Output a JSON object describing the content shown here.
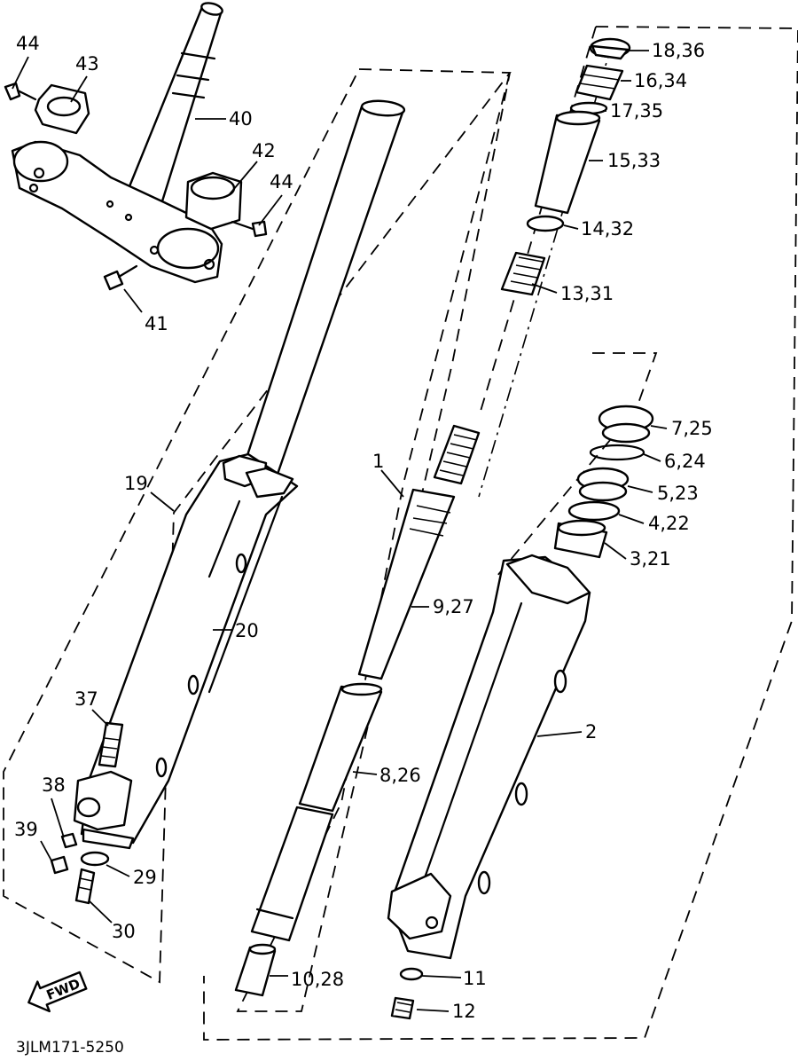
{
  "diagram": {
    "drawing_code": "3JLM171-5250",
    "direction_badge": "FWD",
    "callouts": [
      {
        "id": "c44a",
        "text": "44"
      },
      {
        "id": "c43",
        "text": "43"
      },
      {
        "id": "c40",
        "text": "40"
      },
      {
        "id": "c42",
        "text": "42"
      },
      {
        "id": "c44b",
        "text": "44"
      },
      {
        "id": "c41",
        "text": "41"
      },
      {
        "id": "c18",
        "text": "18,36"
      },
      {
        "id": "c16",
        "text": "16,34"
      },
      {
        "id": "c17",
        "text": "17,35"
      },
      {
        "id": "c15",
        "text": "15,33"
      },
      {
        "id": "c14",
        "text": "14,32"
      },
      {
        "id": "c13",
        "text": "13,31"
      },
      {
        "id": "c7",
        "text": "7,25"
      },
      {
        "id": "c6",
        "text": "6,24"
      },
      {
        "id": "c5",
        "text": "5,23"
      },
      {
        "id": "c4",
        "text": "4,22"
      },
      {
        "id": "c3",
        "text": "3,21"
      },
      {
        "id": "c1",
        "text": "1"
      },
      {
        "id": "c19",
        "text": "19"
      },
      {
        "id": "c20",
        "text": "20"
      },
      {
        "id": "c9",
        "text": "9,27"
      },
      {
        "id": "c2",
        "text": "2"
      },
      {
        "id": "c37",
        "text": "37"
      },
      {
        "id": "c8",
        "text": "8,26"
      },
      {
        "id": "c38",
        "text": "38"
      },
      {
        "id": "c39",
        "text": "39"
      },
      {
        "id": "c29",
        "text": "29"
      },
      {
        "id": "c30",
        "text": "30"
      },
      {
        "id": "c10",
        "text": "10,28"
      },
      {
        "id": "c11",
        "text": "11"
      },
      {
        "id": "c12",
        "text": "12"
      }
    ]
  }
}
